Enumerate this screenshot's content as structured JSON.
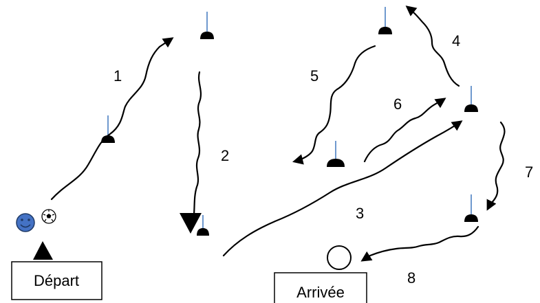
{
  "boxes": {
    "start_label": "Départ",
    "finish_label": "Arrivée"
  },
  "steps": [
    "1",
    "2",
    "3",
    "4",
    "5",
    "6",
    "7",
    "8"
  ],
  "icons": {
    "player": "smiley-face-icon",
    "ball": "soccer-ball-icon",
    "marker": "cone-marker-icon",
    "finish_target": "circle-target-icon",
    "start_pointer": "up-triangle-icon"
  },
  "colors": {
    "player_fill": "#4472c4",
    "cone_pole": "#4a7fc1",
    "line": "#000000"
  }
}
